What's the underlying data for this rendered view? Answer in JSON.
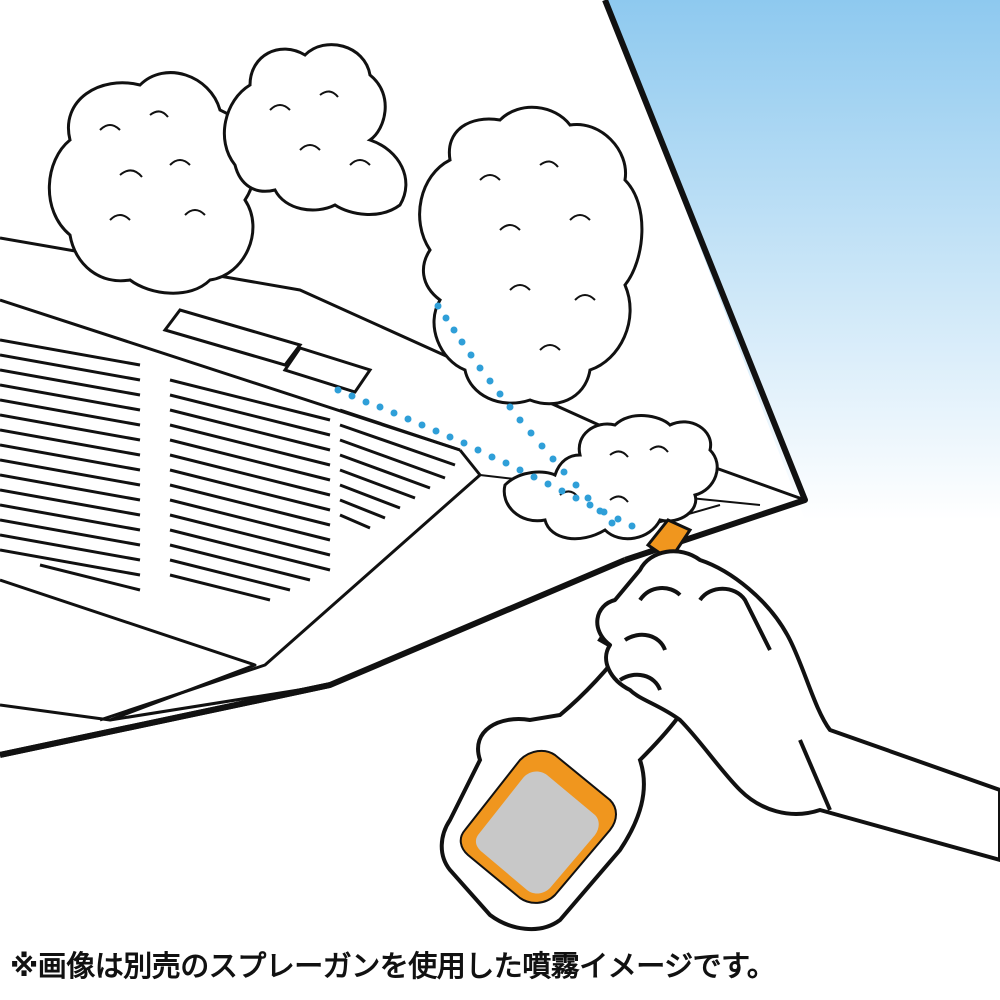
{
  "caption": "※画像は別売のスプレーガンを使用した噴霧イメージです。",
  "colors": {
    "sky_top": "#8ec9ef",
    "sky_bottom": "#ffffff",
    "line": "#111111",
    "spray_dots": "#2f9fd8",
    "bottle_label_frame": "#f0961e",
    "bottle_label_inner": "#c8c8c8",
    "trigger": "#f0961e"
  },
  "icons": [
    "ceiling-hood-outline",
    "vent-grille",
    "foam-cloud",
    "spray-bottle",
    "gloved-hand"
  ]
}
